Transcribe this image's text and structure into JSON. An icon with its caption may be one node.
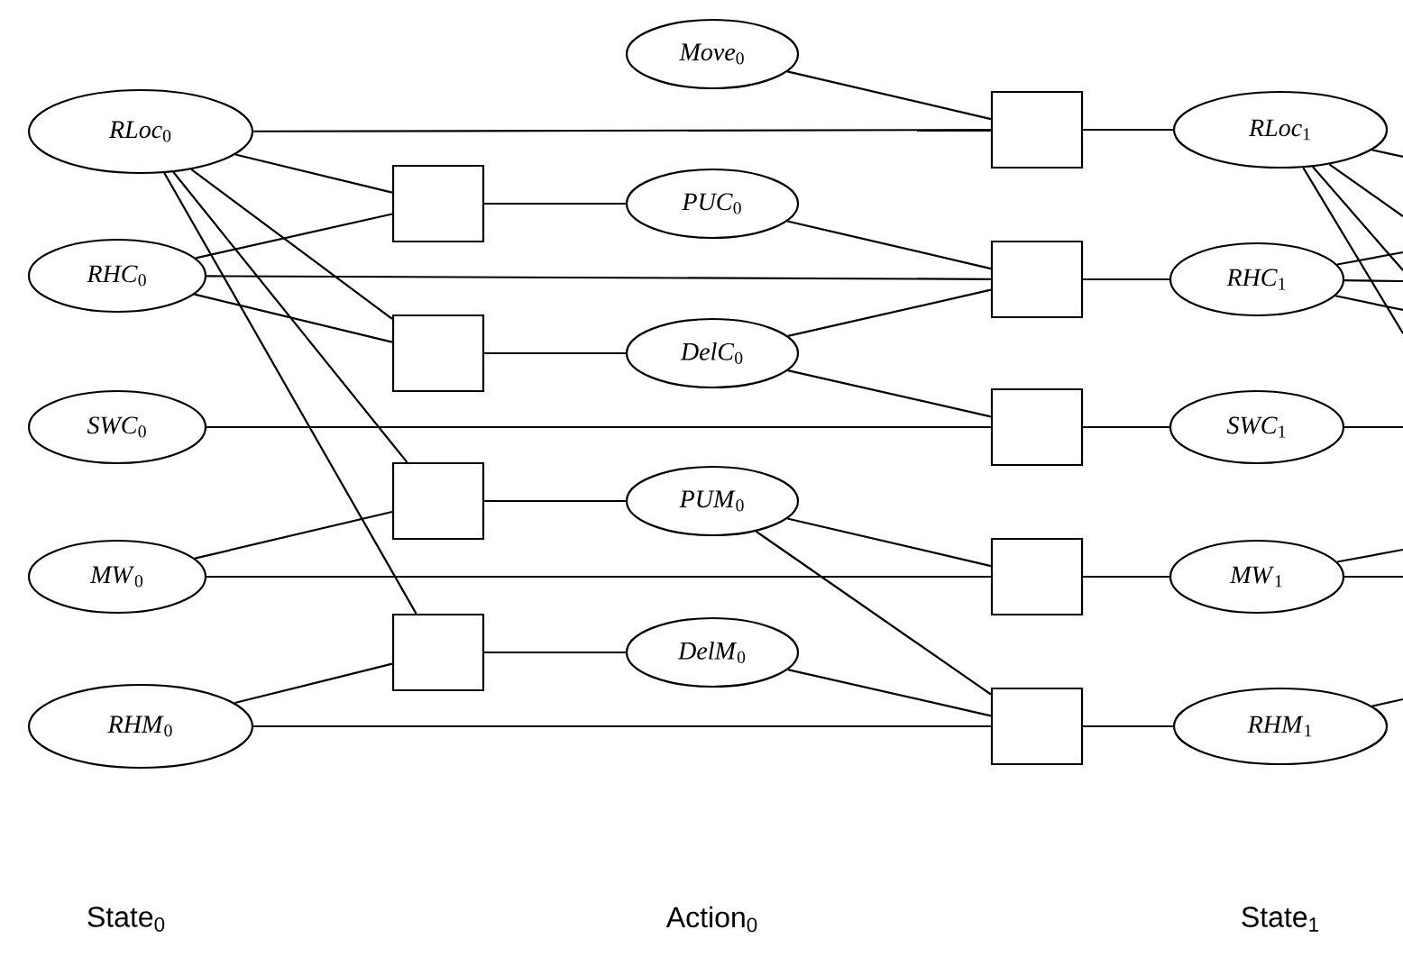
{
  "diagram": {
    "nodes": [
      {
        "text": [
          "*RLoc*$_{0}$"
        ]
      },
      {
        "text": [
          "*RHC*$_{0}$"
        ]
      },
      {
        "text": [
          "*SWC*$_{0}$"
        ]
      },
      {
        "text": [
          "*MW*$_{0}$"
        ]
      },
      {
        "text": [
          "*RHM*$_{0}$"
        ]
      },
      {
        "text": [
          "*Move*$_{0}$"
        ]
      },
      {
        "text": [
          "*PUC*$_{0}$"
        ]
      },
      {
        "text": [
          "*DelC*$_{0}$"
        ]
      },
      {
        "text": [
          "*PUM*$_{0}$"
        ]
      },
      {
        "text": [
          "*DelM*$_{0}$"
        ]
      },
      {
        "text": [],
        "shape": "box"
      },
      {
        "text": [],
        "shape": "box"
      },
      {
        "text": [],
        "shape": "box"
      },
      {
        "text": [],
        "shape": "box"
      },
      {
        "text": [],
        "shape": "box"
      },
      {
        "text": [],
        "shape": "box"
      },
      {
        "text": [],
        "shape": "box"
      },
      {
        "text": [],
        "shape": "box"
      },
      {
        "text": [],
        "shape": "box"
      },
      {
        "text": [
          "*RLoc*$_{1}$"
        ]
      },
      {
        "text": [
          "*RHC*$_{1}$"
        ]
      },
      {
        "text": [
          "*SWC*$_{1}$"
        ]
      },
      {
        "text": [
          "*MW*$_{1}$"
        ]
      },
      {
        "text": [
          "*RHM*$_{1}$"
        ]
      }
    ],
    "edges": [
      {
        "from": 0,
        "to": 10,
        "arrow": "none"
      },
      {
        "from": 1,
        "to": 10,
        "arrow": "none"
      },
      {
        "from": 10,
        "to": 6,
        "arrow": "none"
      },
      {
        "from": 0,
        "to": 11,
        "arrow": "none"
      },
      {
        "from": 1,
        "to": 11,
        "arrow": "none"
      },
      {
        "from": 11,
        "to": 7,
        "arrow": "none"
      },
      {
        "from": 0,
        "to": 12,
        "arrow": "none"
      },
      {
        "from": 3,
        "to": 12,
        "arrow": "none"
      },
      {
        "from": 12,
        "to": 8,
        "arrow": "none"
      },
      {
        "from": 0,
        "to": 13,
        "arrow": "none"
      },
      {
        "from": 4,
        "to": 13,
        "arrow": "none"
      },
      {
        "from": 13,
        "to": 9,
        "arrow": "none"
      },
      {
        "from": 5,
        "to": 14,
        "arrow": "none"
      },
      {
        "from": 0,
        "to": 14,
        "arrow": "none"
      },
      {
        "from": 14,
        "to": 19,
        "arrow": "none"
      },
      {
        "from": 6,
        "to": 15,
        "arrow": "none"
      },
      {
        "from": 1,
        "to": 15,
        "arrow": "none"
      },
      {
        "from": 7,
        "to": 15,
        "arrow": "none"
      },
      {
        "from": 15,
        "to": 20,
        "arrow": "none"
      },
      {
        "from": 7,
        "to": 16,
        "arrow": "none"
      },
      {
        "from": 2,
        "to": 16,
        "arrow": "none"
      },
      {
        "from": 16,
        "to": 21,
        "arrow": "none"
      },
      {
        "from": 8,
        "to": 17,
        "arrow": "none"
      },
      {
        "from": 3,
        "to": 17,
        "arrow": "none"
      },
      {
        "from": 17,
        "to": 22,
        "arrow": "none"
      },
      {
        "from": 8,
        "to": 18,
        "arrow": "none"
      },
      {
        "from": 9,
        "to": 18,
        "arrow": "none"
      },
      {
        "from": 4,
        "to": 18,
        "arrow": "none"
      },
      {
        "from": 18,
        "to": 23,
        "arrow": "none"
      },
      {
        "from": 19,
        "to": null,
        "arrow": "none"
      },
      {
        "from": 19,
        "to": null,
        "arrow": "none"
      },
      {
        "from": 19,
        "to": null,
        "arrow": "none"
      },
      {
        "from": 19,
        "to": null,
        "arrow": "none"
      },
      {
        "from": 20,
        "to": null,
        "arrow": "none"
      },
      {
        "from": 20,
        "to": null,
        "arrow": "none"
      },
      {
        "from": 20,
        "to": null,
        "arrow": "none"
      },
      {
        "from": 21,
        "to": null,
        "arrow": "none"
      },
      {
        "from": 22,
        "to": null,
        "arrow": "none"
      },
      {
        "from": 22,
        "to": null,
        "arrow": "none"
      },
      {
        "from": 23,
        "to": null,
        "arrow": "none"
      }
    ],
    "labels": [
      "State$_{0}$",
      "Action$_{0}$",
      "State$_{1}$"
    ]
  }
}
